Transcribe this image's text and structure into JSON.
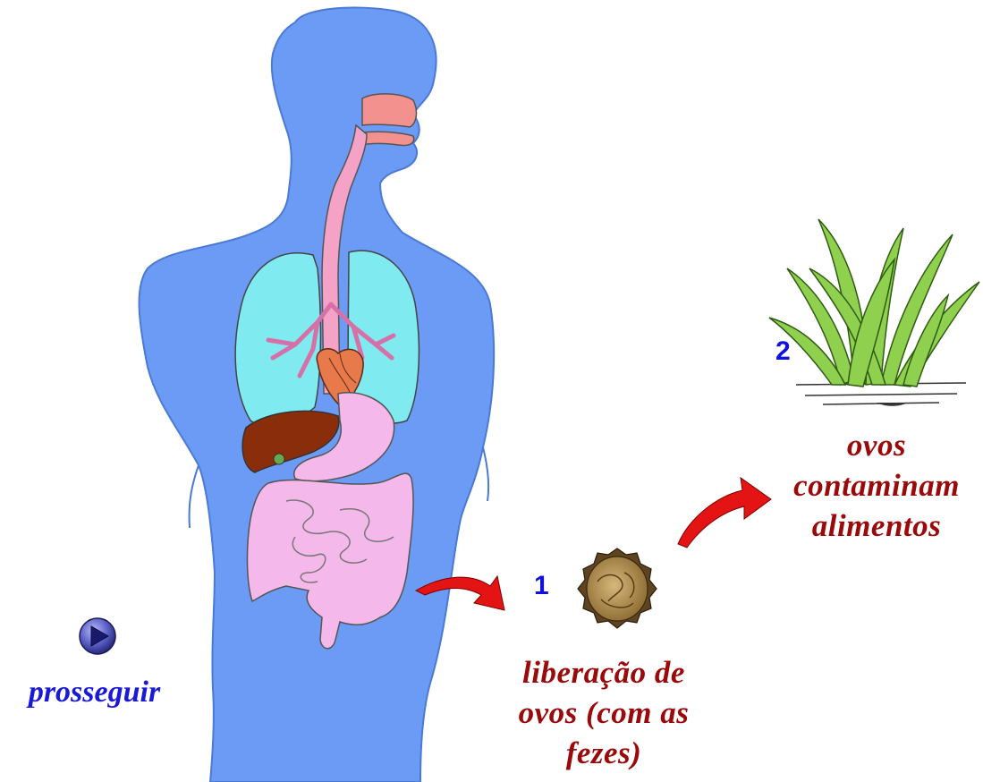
{
  "steps": [
    {
      "number": "1",
      "caption_lines": [
        "liberação de",
        "ovos (com as",
        "fezes)"
      ]
    },
    {
      "number": "2",
      "caption_lines": [
        "ovos",
        "contaminam",
        "alimentos"
      ]
    }
  ],
  "button": {
    "label": "prosseguir",
    "icon": "play-icon"
  },
  "colors": {
    "body": "#6b9bf5",
    "lungs": "#7feaf0",
    "digestive": "#f4b8ea",
    "liver": "#8a2d0a",
    "caption": "#9b0a0a",
    "step_number": "#1111dd",
    "arrow": "#e41414",
    "button_text": "#1a1ad6",
    "plant": "#8fd14f"
  }
}
